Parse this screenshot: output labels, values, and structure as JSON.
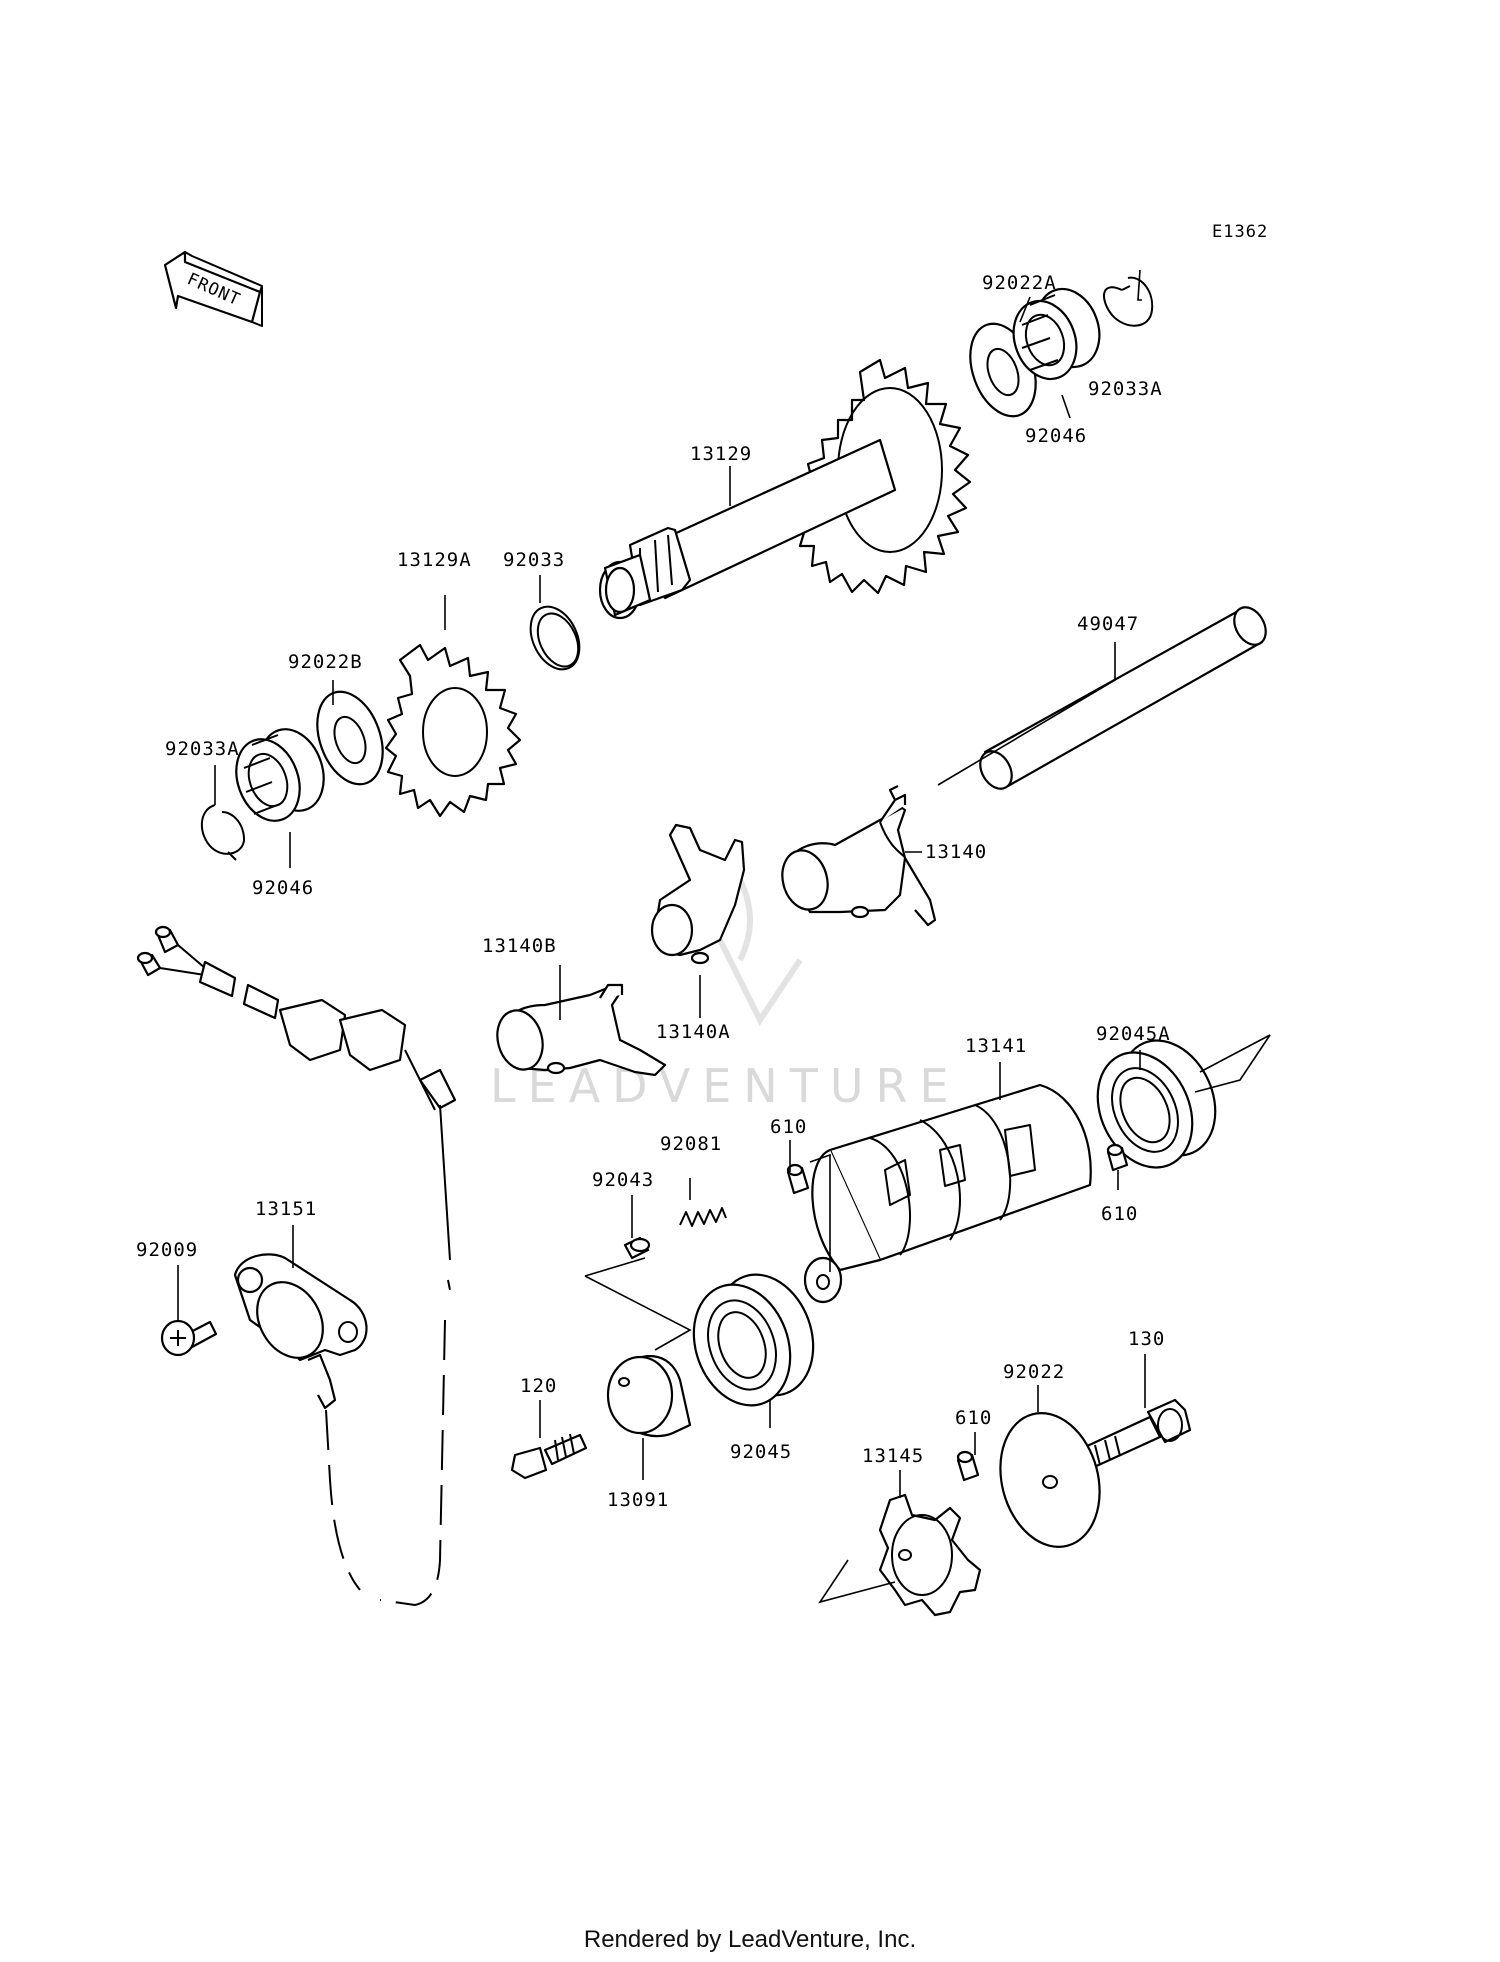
{
  "diagram_code": "E1362",
  "front_label": "FRONT",
  "watermark": "LEADVENTURE",
  "footer": "Rendered by LeadVenture, Inc.",
  "labels": {
    "p92022A": "92022A",
    "p92033A_top": "92033A",
    "p92046_top": "92046",
    "p13129": "13129",
    "p13129A": "13129A",
    "p92033": "92033",
    "p92022B": "92022B",
    "p92033A_left": "92033A",
    "p92046_left": "92046",
    "p49047": "49047",
    "p13140": "13140",
    "p13140B": "13140B",
    "p13140A": "13140A",
    "p92045A": "92045A",
    "p13141": "13141",
    "p610_a": "610",
    "p610_b": "610",
    "p92081": "92081",
    "p92043": "92043",
    "p13151": "13151",
    "p92009": "92009",
    "p120": "120",
    "p13091": "13091",
    "p92045": "92045",
    "p130": "130",
    "p92022": "92022",
    "p610_c": "610",
    "p13145": "13145"
  }
}
